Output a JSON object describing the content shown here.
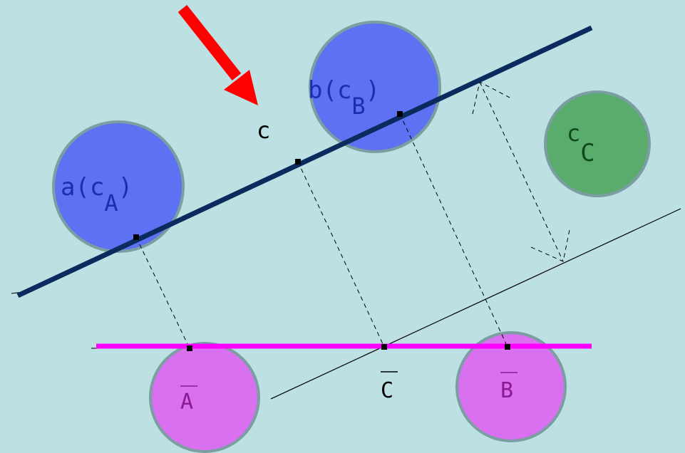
{
  "colors": {
    "background": "#bde0e3",
    "circle_blue": "#5c72f2",
    "circle_green": "#5aac6c",
    "circle_magenta": "#d970ef",
    "circle_stroke": "#7a9ea2",
    "line_navy": "#0b2a5e",
    "line_magenta": "#ff00ff",
    "arrow_red": "#ff0000",
    "text_blue": "#1a2fb0",
    "text_green": "#0f4a1d",
    "text_magenta": "#8a1a92"
  },
  "labels": {
    "a_cA": {
      "main": "a(c",
      "sub": "A",
      "close": ")"
    },
    "b_cB": {
      "main": "b(c",
      "sub": "B",
      "close": ")"
    },
    "c": "c",
    "c_C": {
      "main": "c",
      "sub": "C"
    },
    "bar_A": "A",
    "bar_B": "B",
    "bar_C": "C"
  },
  "icons": {
    "pointer": "red-arrow-icon"
  }
}
